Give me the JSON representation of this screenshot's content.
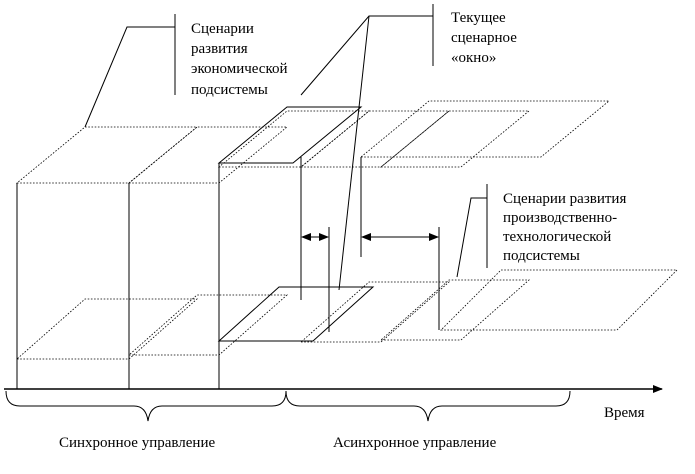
{
  "labels": {
    "economic_scenarios": [
      "Сценарии",
      "развития",
      "экономической",
      "подсистемы"
    ],
    "current_window": [
      "Текущее",
      "сценарное",
      "«окно»"
    ],
    "production_scenarios": [
      "Сценарии развития",
      "производственно-",
      "технологической",
      "подсистемы"
    ],
    "time_axis": "Время",
    "sync_control": "Синхронное управление",
    "async_control": "Асинхронное управление"
  }
}
